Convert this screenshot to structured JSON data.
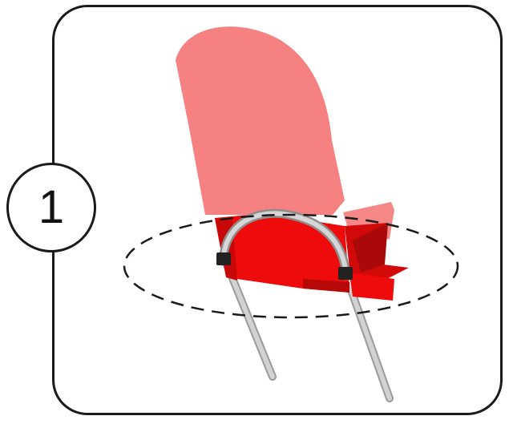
{
  "step": {
    "number": "1"
  },
  "colors": {
    "border": "#1a1a1a",
    "translucent_part": "#f47a7a",
    "highlighted_part": "#ee0b0b",
    "highlighted_part_dark": "#a90909",
    "rod": "#c4c4c4",
    "clip": "#222222",
    "focus_ellipse": "#1a1a1a"
  },
  "illustration": {
    "subject": "chair-frame-assembly",
    "focus_marker": "dashed-ellipse"
  }
}
